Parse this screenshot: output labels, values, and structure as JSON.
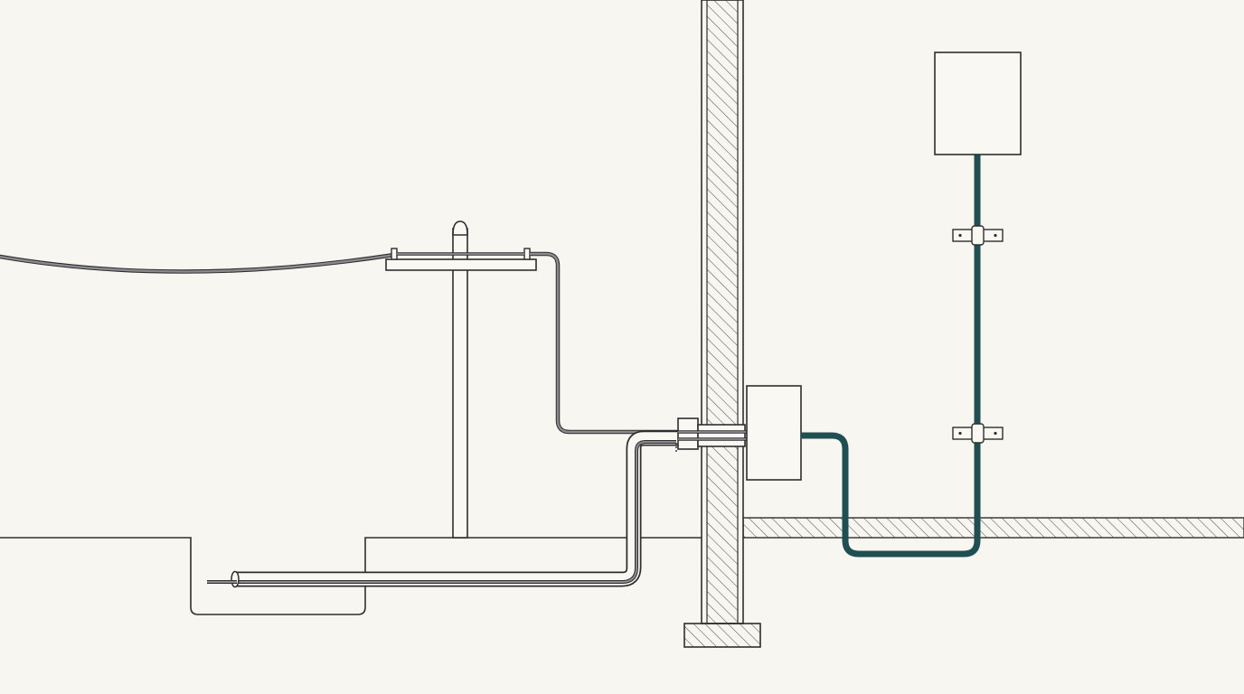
{
  "colors": {
    "background": "#f7f6f0",
    "line": "#2e2e2e",
    "cable_gray": "#8a8a90",
    "conduit_teal": "#1f4f52",
    "hatch": "#555555",
    "box_fill": "#faf8f3"
  },
  "components": [
    {
      "name": "overhead-service-drop",
      "icon": "cable"
    },
    {
      "name": "utility-pole-crossarm",
      "icon": "pole"
    },
    {
      "name": "underground-service-conduit",
      "icon": "conduit"
    },
    {
      "name": "wall-penetration-sleeve",
      "icon": "sleeve"
    },
    {
      "name": "exterior-wall",
      "icon": "wall"
    },
    {
      "name": "wall-footing",
      "icon": "footing"
    },
    {
      "name": "junction-box",
      "icon": "box"
    },
    {
      "name": "interior-conduit-run",
      "icon": "conduit"
    },
    {
      "name": "pipe-clamps",
      "icon": "clamp"
    },
    {
      "name": "electrical-panel",
      "icon": "panel"
    },
    {
      "name": "interior-floor-slab",
      "icon": "slab"
    }
  ]
}
